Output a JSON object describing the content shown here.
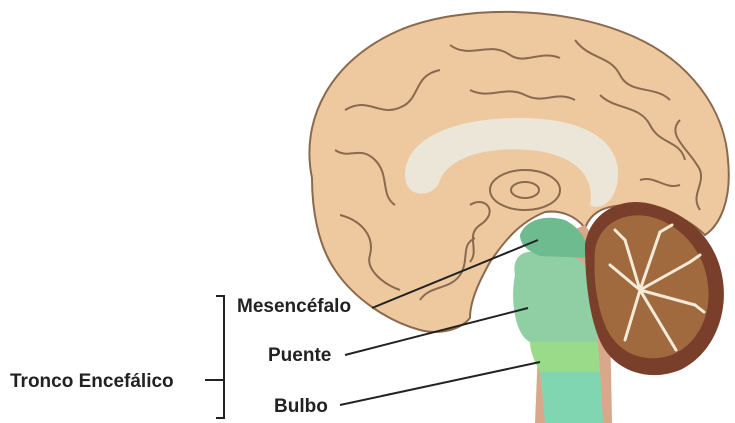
{
  "labels": {
    "brainstem_group": "Tronco Encefálico",
    "midbrain": "Mesencéfalo",
    "pons": "Puente",
    "medulla": "Bulbo"
  },
  "colors": {
    "cerebrum": "#eec9a0",
    "cerebrum_outline": "#8a6a4e",
    "corpus_callosum": "#ebe6d8",
    "midbrain": "#6dbb8e",
    "pons": "#8fcfa3",
    "medulla_band": "#9adb8a",
    "medulla_lower": "#7fd6b1",
    "cerebellum_outer": "#7a3f2a",
    "cerebellum_folia": "#a06a3e",
    "cerebellum_white": "#f3ead8",
    "spinal_cord_tissue": "#d9a88a",
    "leader_line": "#222222"
  }
}
